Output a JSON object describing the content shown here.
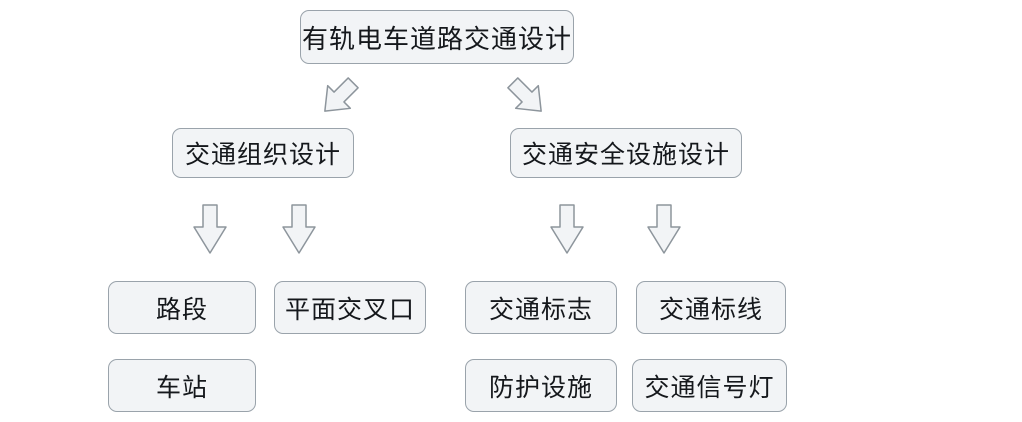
{
  "diagram": {
    "title_node": {
      "label": "有轨电车道路交通设计"
    },
    "level2": [
      {
        "label": "交通组织设计"
      },
      {
        "label": "交通安全设施设计"
      }
    ],
    "level3": [
      {
        "label": "路段"
      },
      {
        "label": "平面交叉口"
      },
      {
        "label": "交通标志"
      },
      {
        "label": "交通标线"
      },
      {
        "label": "车站"
      },
      {
        "label": "防护设施"
      },
      {
        "label": "交通信号灯"
      }
    ],
    "arrows": [
      {
        "name": "arrow-root-to-traffic-organization",
        "direction": "down-left"
      },
      {
        "name": "arrow-root-to-safety-facilities",
        "direction": "down-right"
      },
      {
        "name": "arrow-organization-to-road-section",
        "direction": "down"
      },
      {
        "name": "arrow-organization-to-intersection",
        "direction": "down"
      },
      {
        "name": "arrow-safety-to-traffic-sign",
        "direction": "down"
      },
      {
        "name": "arrow-safety-to-traffic-marking",
        "direction": "down"
      }
    ],
    "colors": {
      "node_fill": "#f2f4f6",
      "node_border": "#9aa3ab",
      "arrow_fill": "#f2f4f6",
      "arrow_border": "#8d959c",
      "text": "#15181c",
      "background": "#ffffff"
    }
  }
}
